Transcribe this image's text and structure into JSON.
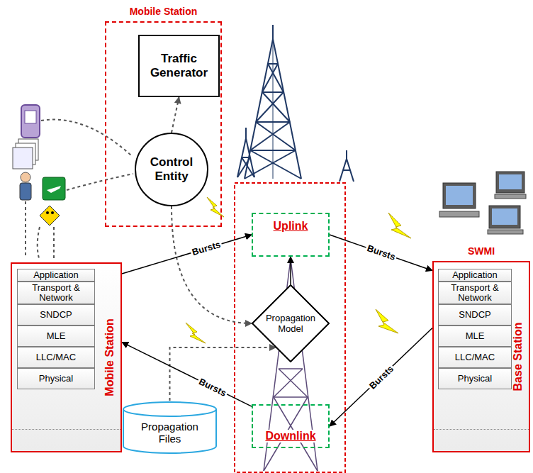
{
  "diagram": {
    "nodes": [
      {
        "text": [
          "Mobile Station"
        ]
      },
      {
        "text": [
          "Traffic Generator"
        ],
        "in": 0
      },
      {
        "text": [
          "Control Entity"
        ],
        "in": 0
      },
      {
        "text": [
          "Mobile Station"
        ]
      },
      {
        "text": [
          "Application"
        ],
        "in": 3
      },
      {
        "text": [
          "Transport & Network"
        ],
        "in": 3
      },
      {
        "text": [
          "SNDCP"
        ],
        "in": 3
      },
      {
        "text": [
          "MLE"
        ],
        "in": 3
      },
      {
        "text": [
          "LLC/MAC"
        ],
        "in": 3
      },
      {
        "text": [
          "Physical"
        ],
        "in": 3
      },
      {
        "text": [
          "Uplink"
        ]
      },
      {
        "text": [
          "Propagation Model"
        ]
      },
      {
        "text": [
          "Downlink"
        ]
      },
      {
        "text": [
          "Propagation Files"
        ]
      },
      {
        "text": [
          "SWMI",
          "Base Station"
        ]
      },
      {
        "text": [
          "Application"
        ],
        "in": 14
      },
      {
        "text": [
          "Transport & Network"
        ],
        "in": 14
      },
      {
        "text": [
          "SNDCP"
        ],
        "in": 14
      },
      {
        "text": [
          "MLE"
        ],
        "in": 14
      },
      {
        "text": [
          "LLC/MAC"
        ],
        "in": 14
      },
      {
        "text": [
          "Physical"
        ],
        "in": 14
      }
    ],
    "edges": [
      {
        "from": 2,
        "to": 1,
        "arrow": "to"
      },
      {
        "from": 2,
        "to": 11,
        "arrow": "to"
      },
      {
        "from": 13,
        "to": 11,
        "arrow": "to"
      },
      {
        "from": 3,
        "to": 10,
        "label": "Bursts",
        "arrow": "to"
      },
      {
        "from": 12,
        "to": 3,
        "label": "Bursts",
        "arrow": "to"
      },
      {
        "from": 10,
        "to": 14,
        "label": "Bursts",
        "arrow": "to"
      },
      {
        "from": 14,
        "to": 12,
        "label": "Bursts",
        "arrow": "to"
      },
      {
        "from": 11,
        "to": 10,
        "arrow": "to"
      }
    ]
  }
}
